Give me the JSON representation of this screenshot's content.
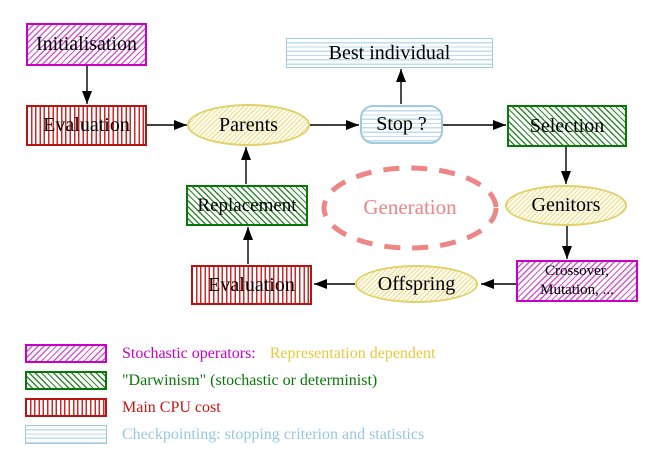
{
  "palette": {
    "magenta": "#c800c8",
    "green": "#087808",
    "red": "#b81414",
    "cyan_border": "#9fcadf",
    "yellow_border": "#e2d06a",
    "salmon": "#ee8686",
    "legend_gold_text": "#e9c93e",
    "legend_cyan_text": "#96c8e6",
    "text": "#000000"
  },
  "nodes": {
    "initialisation": {
      "label": "Initialisation"
    },
    "evaluation_top": {
      "label": "Evaluation"
    },
    "parents": {
      "label": "Parents"
    },
    "best_individual": {
      "label": "Best individual"
    },
    "stop": {
      "label": "Stop ?"
    },
    "selection": {
      "label": "Selection"
    },
    "genitors": {
      "label": "Genitors"
    },
    "crossover_mutation": {
      "line1": "Crossover,",
      "line2": "Mutation, ..."
    },
    "offspring": {
      "label": "Offspring"
    },
    "evaluation_bottom": {
      "label": "Evaluation"
    },
    "replacement": {
      "label": "Replacement"
    },
    "generation": {
      "label": "Generation"
    }
  },
  "legend": {
    "items": [
      {
        "pattern": "magenta-hatch",
        "label": "Stochastic operators:",
        "label2": "Representation dependent"
      },
      {
        "pattern": "green-hatch",
        "label": "\"Darwinism\" (stochastic or determinist)"
      },
      {
        "pattern": "red-stripes",
        "label": "Main CPU cost"
      },
      {
        "pattern": "cyan-stripes",
        "label": "Checkpointing: stopping criterion and statistics"
      }
    ]
  }
}
